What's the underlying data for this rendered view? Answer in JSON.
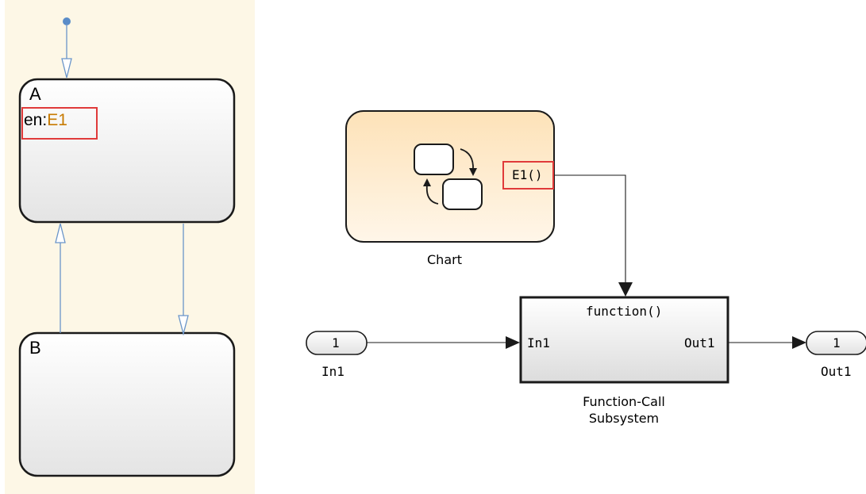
{
  "stateflow": {
    "state_a": {
      "name": "A",
      "action_prefix": "en:",
      "action_event": "E1"
    },
    "state_b": {
      "name": "B"
    }
  },
  "simulink": {
    "chart": {
      "label": "Chart",
      "output_port": "E1()"
    },
    "subsystem": {
      "trigger_label": "function()",
      "input_port": "In1",
      "output_port": "Out1",
      "name_line1": "Function-Call",
      "name_line2": "Subsystem"
    },
    "inport": {
      "number": "1",
      "label": "In1"
    },
    "outport": {
      "number": "1",
      "label": "Out1"
    }
  },
  "colors": {
    "panel_bg": "#fdf7e6",
    "transition": "#6a95c9",
    "highlight": "#e03a3a",
    "event_text": "#c77a00",
    "chart_fill": "#fde2b9"
  }
}
